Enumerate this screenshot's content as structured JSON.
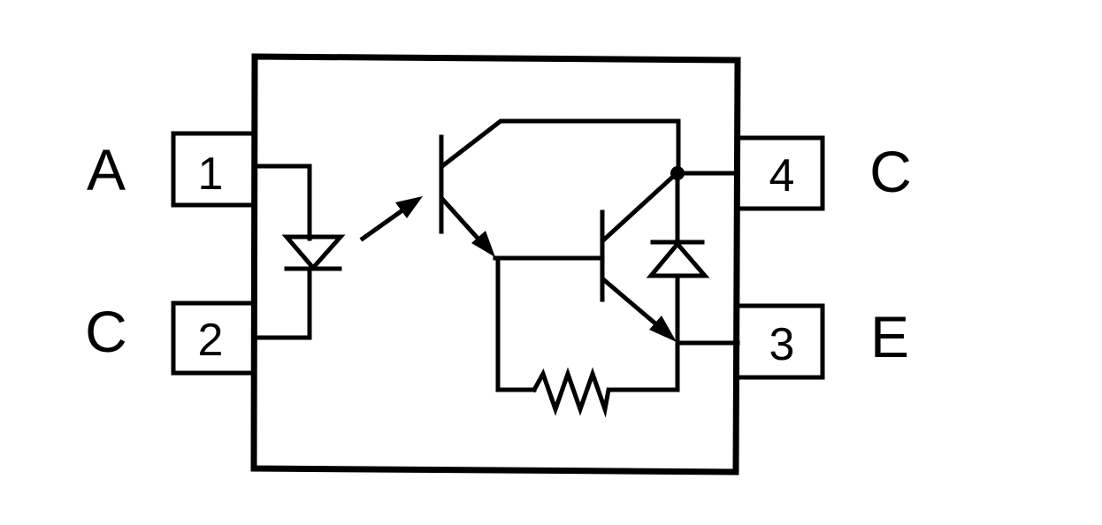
{
  "pins": {
    "pin1": {
      "number": "1",
      "label": "A"
    },
    "pin2": {
      "number": "2",
      "label": "C"
    },
    "pin3": {
      "number": "3",
      "label": "E"
    },
    "pin4": {
      "number": "4",
      "label": "C"
    }
  },
  "colors": {
    "ink": "#000000",
    "background": "#ffffff"
  }
}
